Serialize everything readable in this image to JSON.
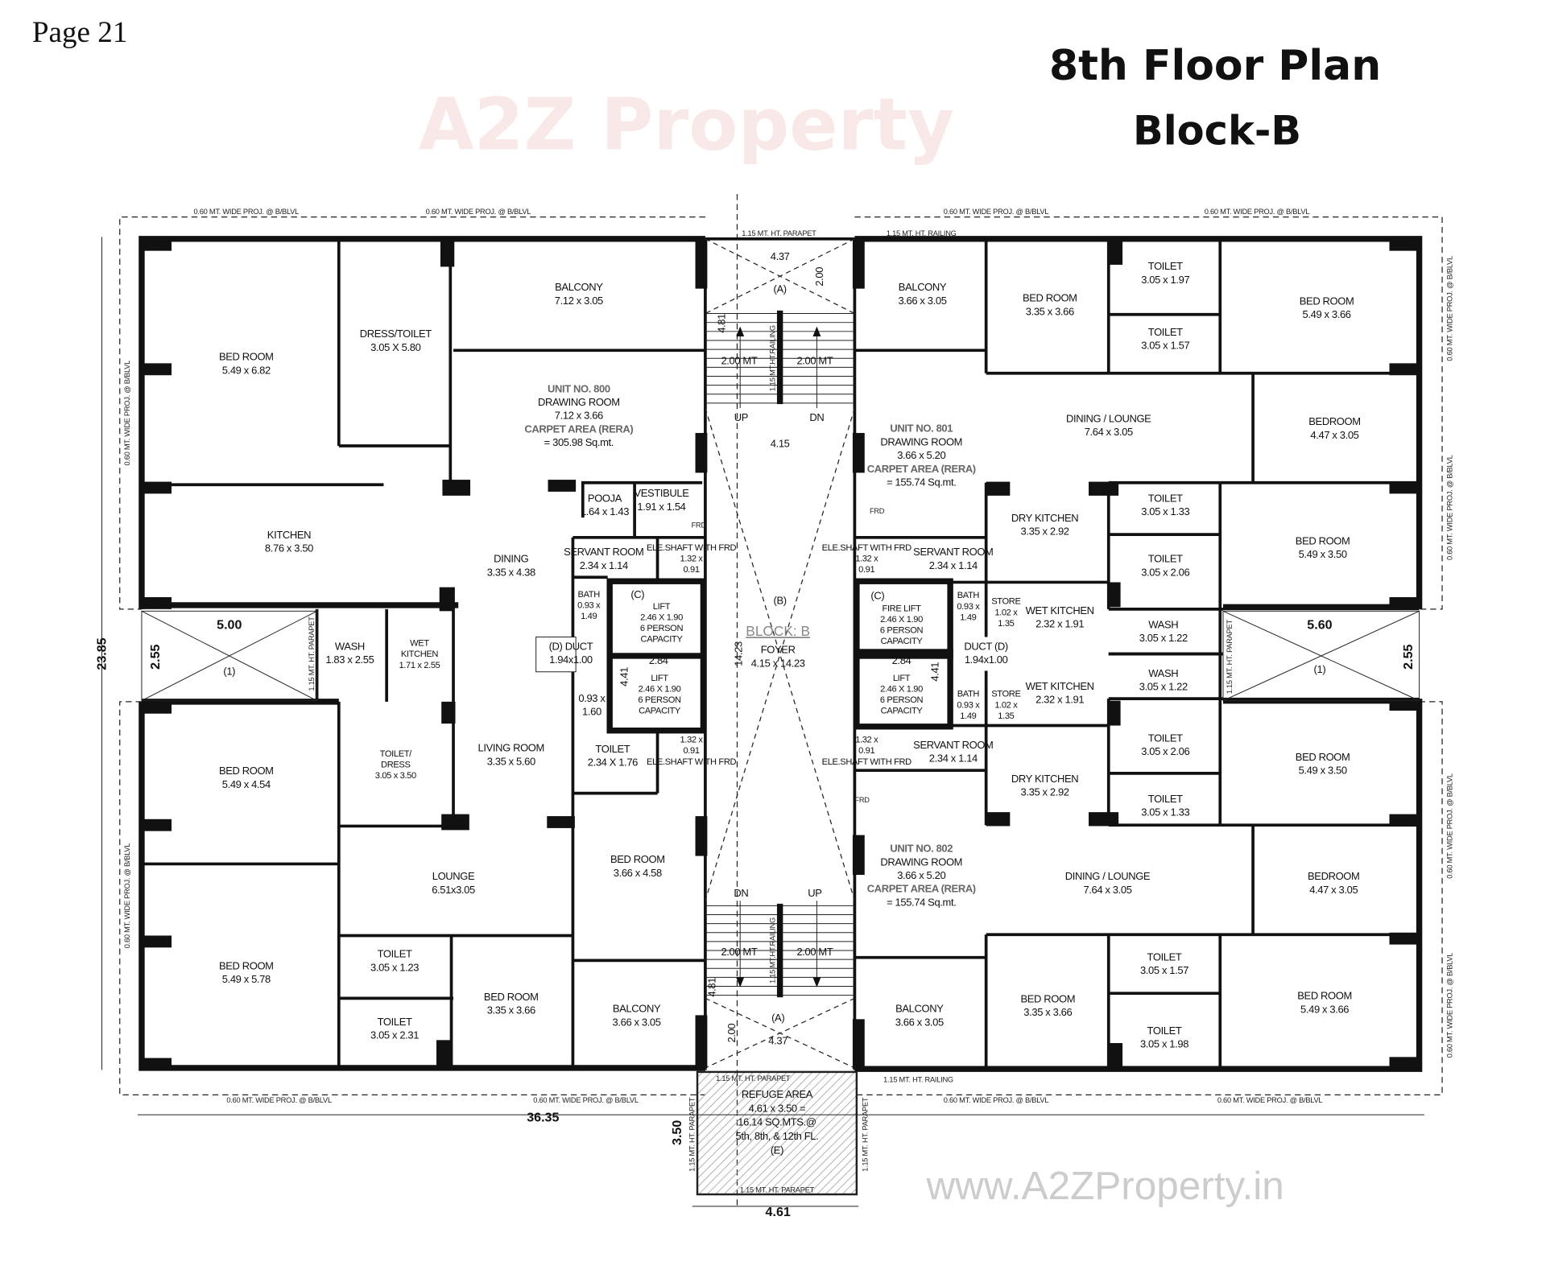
{
  "header": {
    "page": "Page 21",
    "title": "8th Floor Plan",
    "block": "Block-B",
    "watermark_logo": "A2Z Property",
    "watermark_url": "www.A2ZProperty.in"
  },
  "colors": {
    "walls": "#111111",
    "watermark_red": "#e88a8a",
    "watermark_green": "#8cc98c",
    "watermark_blue": "#8fb4e6",
    "refuge_hatch": "#bdbdbd"
  },
  "annotations": {
    "projection": "0.60 MT. WIDE PROJ. @ B/BLVL",
    "railing": "1.15 MT. HT. RAILING",
    "parapet": "1.15 MT. HT. PARAPET",
    "parapet_short": "1.15 MT. HT. PARAPET",
    "stair_railing": "1.15 MT.HT.RAILING",
    "frd": "FRD"
  },
  "dimensions": {
    "overall_height": "23.85",
    "overall_width": "36.35",
    "refuge_width": "4.61",
    "refuge_depth": "3.50",
    "cutout_left_w": "5.00",
    "cutout_right_w": "5.60",
    "cutout_h": "2.55",
    "cutout_tag": "(1)"
  },
  "core": {
    "top_width": "4.37",
    "top_tag": "(A)",
    "stair_depth": "4.81",
    "landing": "2.00",
    "flight_left": "2.00 MT",
    "flight_right": "2.00 MT",
    "up": "UP",
    "dn": "DN",
    "lobby_width": "4.15",
    "foyer_tag": "(B)",
    "block_label": "BLOCK: B",
    "foyer_name": "FOYER",
    "foyer_size": "4.15 x 14.23",
    "foyer_length": "14.23",
    "bottom_width": "4.37",
    "bottom_tag": "(A)",
    "refuge": {
      "name": "REFUGE AREA",
      "size": "4.61 x 3.50 =",
      "area": "16.14 SQ.MTS.@",
      "floors": "5th, 8th, & 12th FL.",
      "tag": "(E)"
    },
    "lift_left_tag": "(C)",
    "lift_right_tag": "(C)",
    "lift_dim_a": "2.84",
    "lift_dim_b": "4.41"
  },
  "rooms": [
    {
      "lines": [
        "BED ROOM",
        "5.49 x 6.82"
      ]
    },
    {
      "lines": [
        "DRESS/TOILET",
        "3.05 X 5.80"
      ]
    },
    {
      "lines": [
        "BALCONY",
        "7.12 x 3.05"
      ]
    },
    {
      "lines": [
        "UNIT NO. 800",
        "DRAWING ROOM",
        "7.12 x 3.66",
        "CARPET AREA (RERA)",
        "= 305.98 Sq.mt."
      ],
      "unit": true
    },
    {
      "lines": [
        "KITCHEN",
        "8.76 x 3.50"
      ]
    },
    {
      "lines": [
        "DINING",
        "3.35 x 4.38"
      ]
    },
    {
      "lines": [
        "POOJA",
        "1.64 x 1.43"
      ]
    },
    {
      "lines": [
        "VESTIBULE",
        "1.91 x 1.54"
      ]
    },
    {
      "lines": [
        "SERVANT ROOM",
        "2.34 x 1.14"
      ]
    },
    {
      "lines": [
        "ELE.SHAFT WITH FRD",
        "1.32 x",
        "0.91"
      ]
    },
    {
      "lines": [
        "BATH",
        "0.93 x",
        "1.49"
      ]
    },
    {
      "lines": [
        "(D) DUCT",
        "1.94x1.00"
      ]
    },
    {
      "lines": [
        "WASH",
        "1.83 x 2.55"
      ]
    },
    {
      "lines": [
        "WET",
        "KITCHEN",
        "1.71 x 2.55"
      ]
    },
    {
      "lines": [
        "LIFT",
        "2.46 X 1.90",
        "6 PERSON",
        "CAPACITY"
      ]
    },
    {
      "lines": [
        "LIFT",
        "2.46 X 1.90",
        "6 PERSON",
        "CAPACITY"
      ]
    },
    {
      "lines": [
        "0.93 x",
        "1.60"
      ]
    },
    {
      "lines": [
        "BED ROOM",
        "5.49 x 4.54"
      ]
    },
    {
      "lines": [
        "TOILET/",
        "DRESS",
        "3.05 x 3.50"
      ]
    },
    {
      "lines": [
        "LIVING ROOM",
        "3.35 x 5.60"
      ]
    },
    {
      "lines": [
        "TOILET",
        "2.34 X 1.76"
      ]
    },
    {
      "lines": [
        "1.32 x",
        "0.91",
        "ELE.SHAFT WITH FRD"
      ]
    },
    {
      "lines": [
        "LOUNGE",
        "6.51x3.05"
      ]
    },
    {
      "lines": [
        "BED ROOM",
        "3.66 x 4.58"
      ]
    },
    {
      "lines": [
        "BED ROOM",
        "5.49 x 5.78"
      ]
    },
    {
      "lines": [
        "TOILET",
        "3.05 x 1.23"
      ]
    },
    {
      "lines": [
        "TOILET",
        "3.05 x 2.31"
      ]
    },
    {
      "lines": [
        "BED ROOM",
        "3.35 x 3.66"
      ]
    },
    {
      "lines": [
        "BALCONY",
        "3.66 x 3.05"
      ]
    },
    {
      "lines": [
        "BALCONY",
        "3.66 x 3.05"
      ]
    },
    {
      "lines": [
        "BED ROOM",
        "3.35 x 3.66"
      ]
    },
    {
      "lines": [
        "TOILET",
        "3.05 x 1.97"
      ]
    },
    {
      "lines": [
        "TOILET",
        "3.05 x 1.57"
      ]
    },
    {
      "lines": [
        "BED ROOM",
        "5.49 x 3.66"
      ]
    },
    {
      "lines": [
        "DINING / LOUNGE",
        "7.64 x 3.05"
      ]
    },
    {
      "lines": [
        "BEDROOM",
        "4.47 x 3.05"
      ]
    },
    {
      "lines": [
        "UNIT NO. 801",
        "DRAWING ROOM",
        "3.66 x 5.20",
        "CARPET AREA (RERA)",
        "= 155.74 Sq.mt."
      ],
      "unit": true
    },
    {
      "lines": [
        "DRY KITCHEN",
        "3.35 x 2.92"
      ]
    },
    {
      "lines": [
        "TOILET",
        "3.05 x 1.33"
      ]
    },
    {
      "lines": [
        "TOILET",
        "3.05 x 2.06"
      ]
    },
    {
      "lines": [
        "BED ROOM",
        "5.49 x 3.50"
      ]
    },
    {
      "lines": [
        "SERVANT ROOM",
        "2.34 x 1.14"
      ]
    },
    {
      "lines": [
        "ELE.SHAFT WITH FRD",
        "1.32 x",
        "0.91"
      ]
    },
    {
      "lines": [
        "FIRE LIFT",
        "2.46 X 1.90",
        "6 PERSON",
        "CAPACITY"
      ]
    },
    {
      "lines": [
        "BATH",
        "0.93 x",
        "1.49"
      ]
    },
    {
      "lines": [
        "STORE",
        "1.02 x",
        "1.35"
      ]
    },
    {
      "lines": [
        "WET KITCHEN",
        "2.32 x 1.91"
      ]
    },
    {
      "lines": [
        "WASH",
        "3.05 x 1.22"
      ]
    },
    {
      "lines": [
        "DUCT (D)",
        "1.94x1.00"
      ]
    },
    {
      "lines": [
        "WASH",
        "3.05 x 1.22"
      ]
    },
    {
      "lines": [
        "LIFT",
        "2.46 X 1.90",
        "6 PERSON",
        "CAPACITY"
      ]
    },
    {
      "lines": [
        "BATH",
        "0.93 x",
        "1.49"
      ]
    },
    {
      "lines": [
        "STORE",
        "1.02 x",
        "1.35"
      ]
    },
    {
      "lines": [
        "WET KITCHEN",
        "2.32 x 1.91"
      ]
    },
    {
      "lines": [
        "TOILET",
        "3.05 x 2.06"
      ]
    },
    {
      "lines": [
        "BED ROOM",
        "5.49 x 3.50"
      ]
    },
    {
      "lines": [
        "1.32 x",
        "0.91",
        "ELE.SHAFT WITH FRD"
      ]
    },
    {
      "lines": [
        "SERVANT ROOM",
        "2.34 x 1.14"
      ]
    },
    {
      "lines": [
        "DRY KITCHEN",
        "3.35 x 2.92"
      ]
    },
    {
      "lines": [
        "TOILET",
        "3.05 x 1.33"
      ]
    },
    {
      "lines": [
        "UNIT NO. 802",
        "DRAWING ROOM",
        "3.66 x 5.20",
        "CARPET AREA (RERA)",
        "= 155.74 Sq.mt."
      ],
      "unit": true
    },
    {
      "lines": [
        "DINING / LOUNGE",
        "7.64 x 3.05"
      ]
    },
    {
      "lines": [
        "BEDROOM",
        "4.47 x 3.05"
      ]
    },
    {
      "lines": [
        "TOILET",
        "3.05 x 1.57"
      ]
    },
    {
      "lines": [
        "TOILET",
        "3.05 x 1.98"
      ]
    },
    {
      "lines": [
        "BED ROOM",
        "3.35 x 3.66"
      ]
    },
    {
      "lines": [
        "BED ROOM",
        "5.49 x 3.66"
      ]
    },
    {
      "lines": [
        "BALCONY",
        "3.66 x 3.05"
      ]
    }
  ]
}
